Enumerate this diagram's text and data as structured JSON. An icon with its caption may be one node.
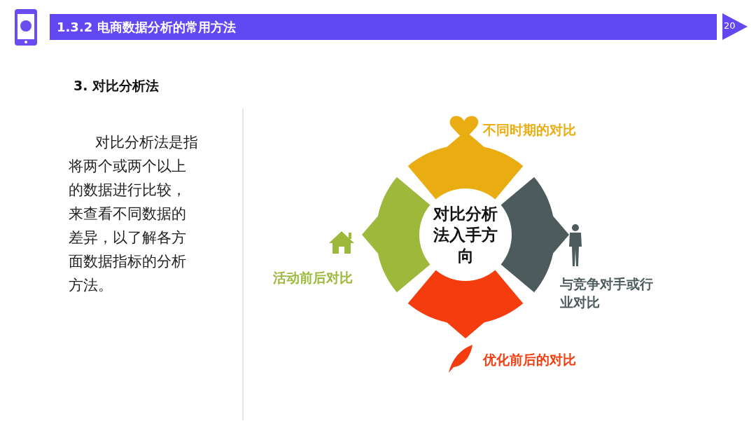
{
  "diagram": {
    "title": "1.3.2 电商数据分析的常用方法",
    "nodes": [
      {
        "text": [
          "对比分析法入手方向"
        ]
      }
    ],
    "labels": [
      "20",
      "3. 对比分析法",
      "对比分析法是指将两个或两个以上的数据进行比较，来查看不同数据的差异，以了解各方面数据指标的分析方法。",
      "不同时期的对比",
      "活动前后对比",
      "与竞争对手或行业对比",
      "优化前后的对比"
    ]
  }
}
